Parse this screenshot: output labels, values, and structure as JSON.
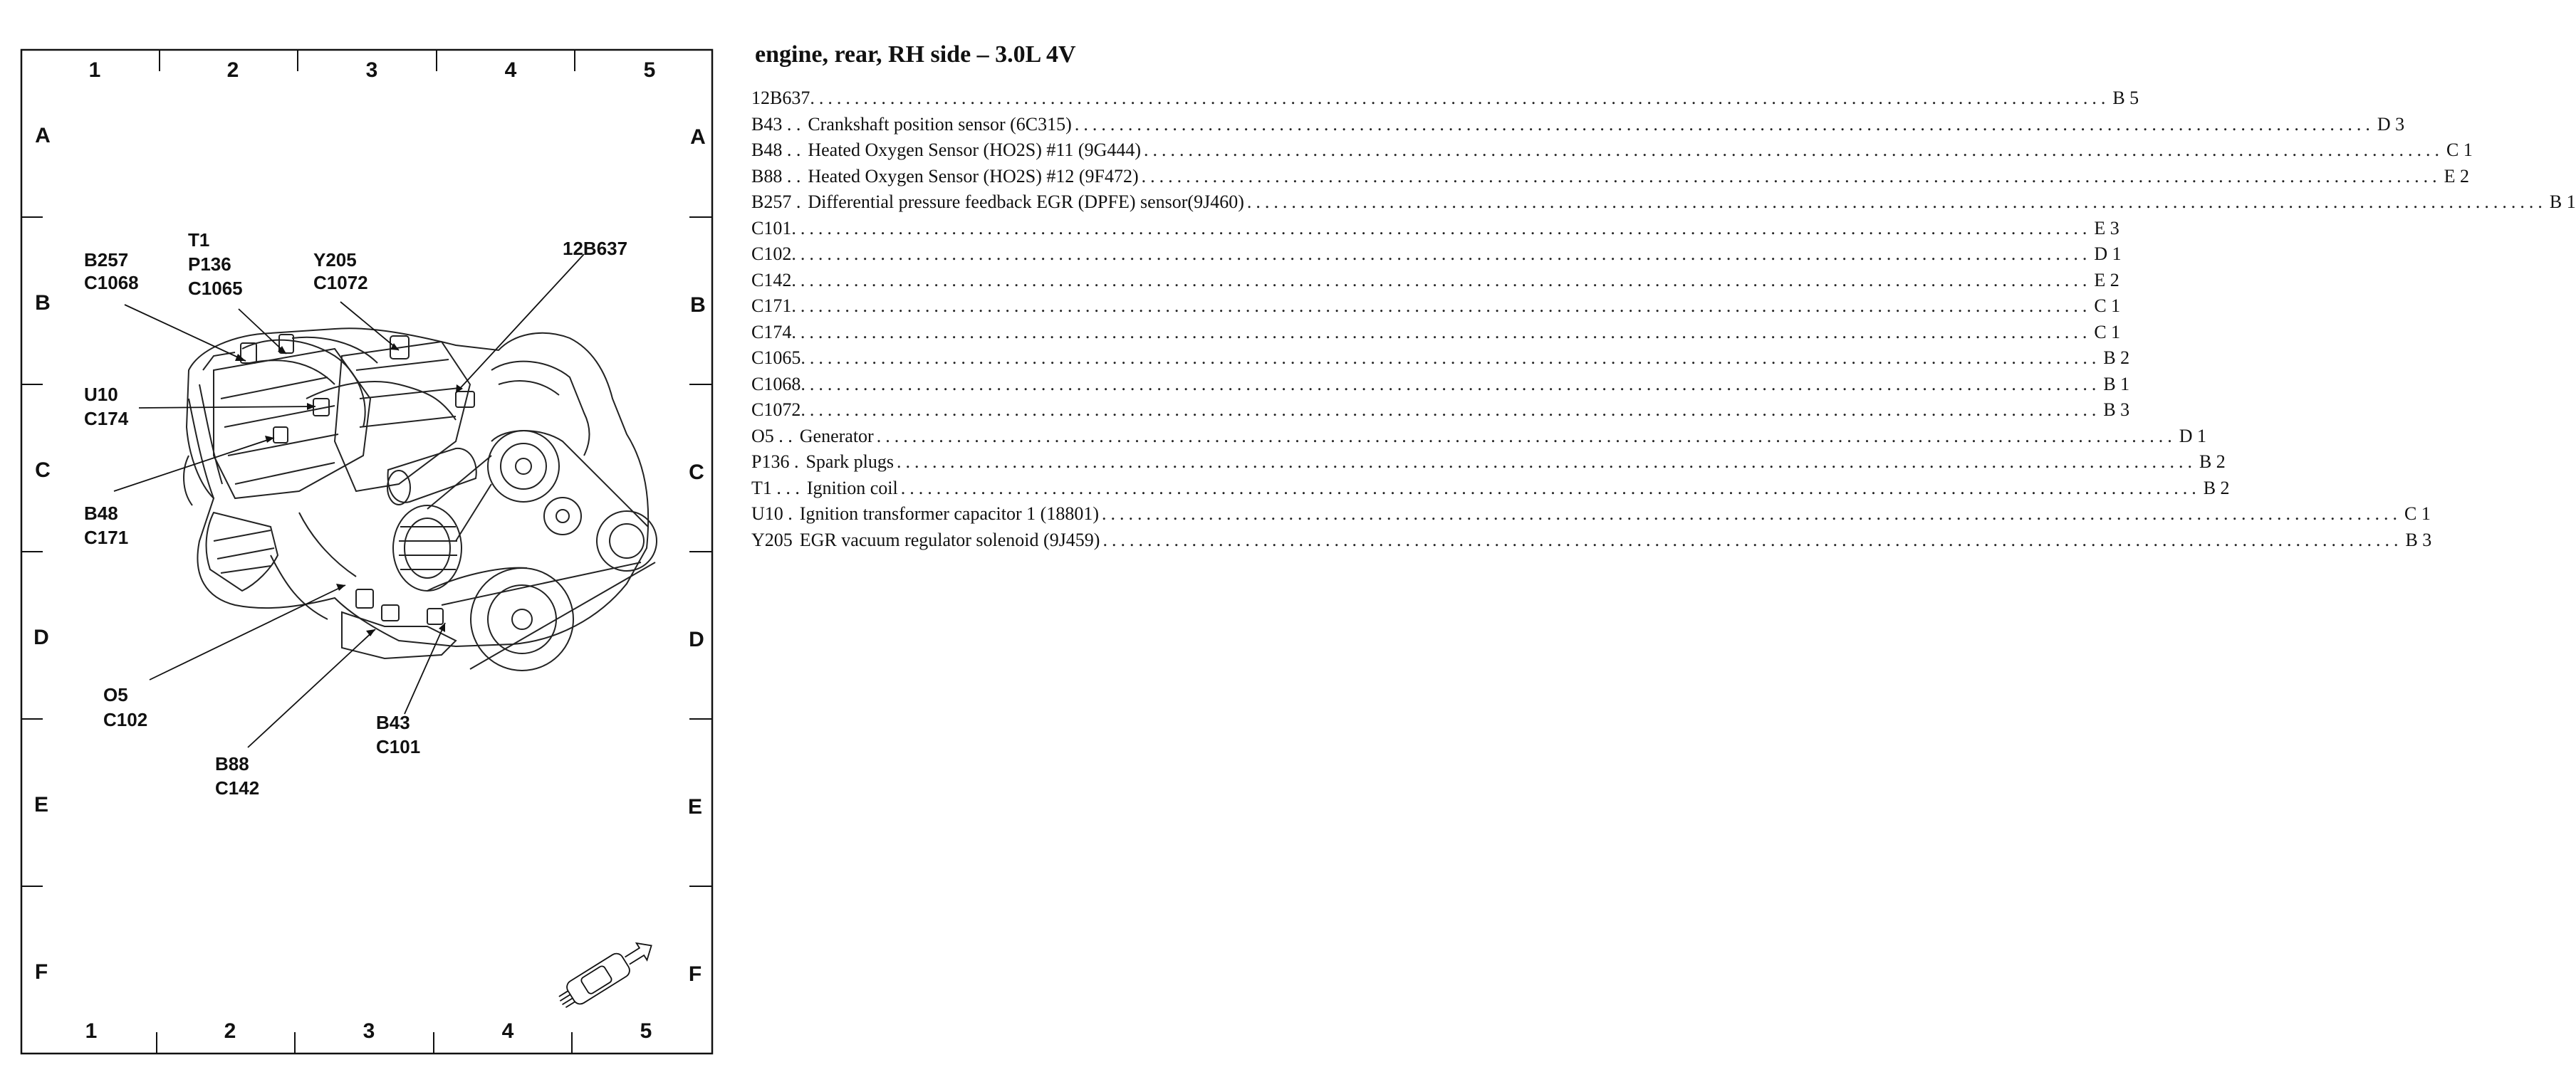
{
  "title": "engine, rear, RH side – 3.0L 4V",
  "grid": {
    "columns": [
      "1",
      "2",
      "3",
      "4",
      "5"
    ],
    "rows": [
      "A",
      "B",
      "C",
      "D",
      "E",
      "F"
    ]
  },
  "callouts": {
    "b257_c1068": [
      "B257",
      "C1068"
    ],
    "t1_p136_c1065": [
      "T1",
      "P136",
      "C1065"
    ],
    "y205_c1072": [
      "Y205",
      "C1072"
    ],
    "u10_c174": [
      "U10",
      "C174"
    ],
    "b48_c171": [
      "B48",
      "C171"
    ],
    "o5_c102": [
      "O5",
      "C102"
    ],
    "b88_c142": [
      "B88",
      "C142"
    ],
    "b43_c101": [
      "B43",
      "C101"
    ],
    "p12b637": [
      "12B637"
    ]
  },
  "legend": [
    {
      "code": "12B637",
      "desc": "",
      "loc": "B 5"
    },
    {
      "code": "B43 . .",
      "desc": "Crankshaft position sensor (6C315)",
      "loc": "D 3"
    },
    {
      "code": "B48 . .",
      "desc": "Heated Oxygen Sensor (HO2S) #11 (9G444)",
      "loc": "C 1"
    },
    {
      "code": "B88 . .",
      "desc": "Heated Oxygen Sensor (HO2S) #12 (9F472)",
      "loc": "E 2"
    },
    {
      "code": "B257 .",
      "desc": "Differential pressure feedback EGR (DPFE) sensor(9J460)",
      "loc": "B 1"
    },
    {
      "code": "C101",
      "desc": "",
      "loc": "E 3"
    },
    {
      "code": "C102",
      "desc": "",
      "loc": "D 1"
    },
    {
      "code": "C142",
      "desc": "",
      "loc": "E 2"
    },
    {
      "code": "C171",
      "desc": "",
      "loc": "C 1"
    },
    {
      "code": "C174",
      "desc": "",
      "loc": "C 1"
    },
    {
      "code": "C1065",
      "desc": "",
      "loc": "B 2"
    },
    {
      "code": "C1068",
      "desc": "",
      "loc": "B 1"
    },
    {
      "code": "C1072",
      "desc": "",
      "loc": "B 3"
    },
    {
      "code": "O5 . .",
      "desc": "Generator",
      "loc": "D 1"
    },
    {
      "code": "P136 .",
      "desc": "Spark plugs",
      "loc": "B 2"
    },
    {
      "code": "T1 . . .",
      "desc": "Ignition coil",
      "loc": "B 2"
    },
    {
      "code": "U10 .",
      "desc": "Ignition transformer capacitor 1 (18801)",
      "loc": "C 1"
    },
    {
      "code": "Y205",
      "desc": "EGR vacuum regulator solenoid (9J459)",
      "loc": "B 3"
    }
  ],
  "icons": {
    "car_direction": "car-direction-icon"
  }
}
